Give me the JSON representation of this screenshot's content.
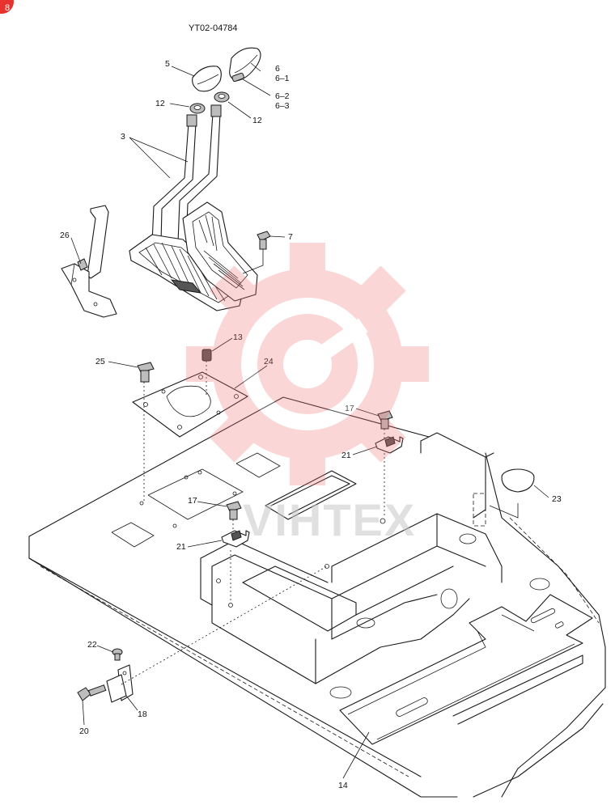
{
  "diagram": {
    "code": "YT02-04784",
    "watermark_text": "VIHTEX",
    "corner_badge": "8",
    "callouts": [
      {
        "id": "5",
        "text": "5"
      },
      {
        "id": "6",
        "text": "6"
      },
      {
        "id": "6-1",
        "text": "6–1"
      },
      {
        "id": "6-2",
        "text": "6–2"
      },
      {
        "id": "6-3",
        "text": "6–3"
      },
      {
        "id": "12a",
        "text": "12"
      },
      {
        "id": "12b",
        "text": "12"
      },
      {
        "id": "3",
        "text": "3"
      },
      {
        "id": "7",
        "text": "7"
      },
      {
        "id": "26",
        "text": "26"
      },
      {
        "id": "13",
        "text": "13"
      },
      {
        "id": "24",
        "text": "24"
      },
      {
        "id": "25",
        "text": "25"
      },
      {
        "id": "17a",
        "text": "17"
      },
      {
        "id": "21a",
        "text": "21"
      },
      {
        "id": "23",
        "text": "23"
      },
      {
        "id": "17b",
        "text": "17"
      },
      {
        "id": "21b",
        "text": "21"
      },
      {
        "id": "22",
        "text": "22"
      },
      {
        "id": "20",
        "text": "20"
      },
      {
        "id": "18",
        "text": "18"
      },
      {
        "id": "14",
        "text": "14"
      }
    ]
  }
}
